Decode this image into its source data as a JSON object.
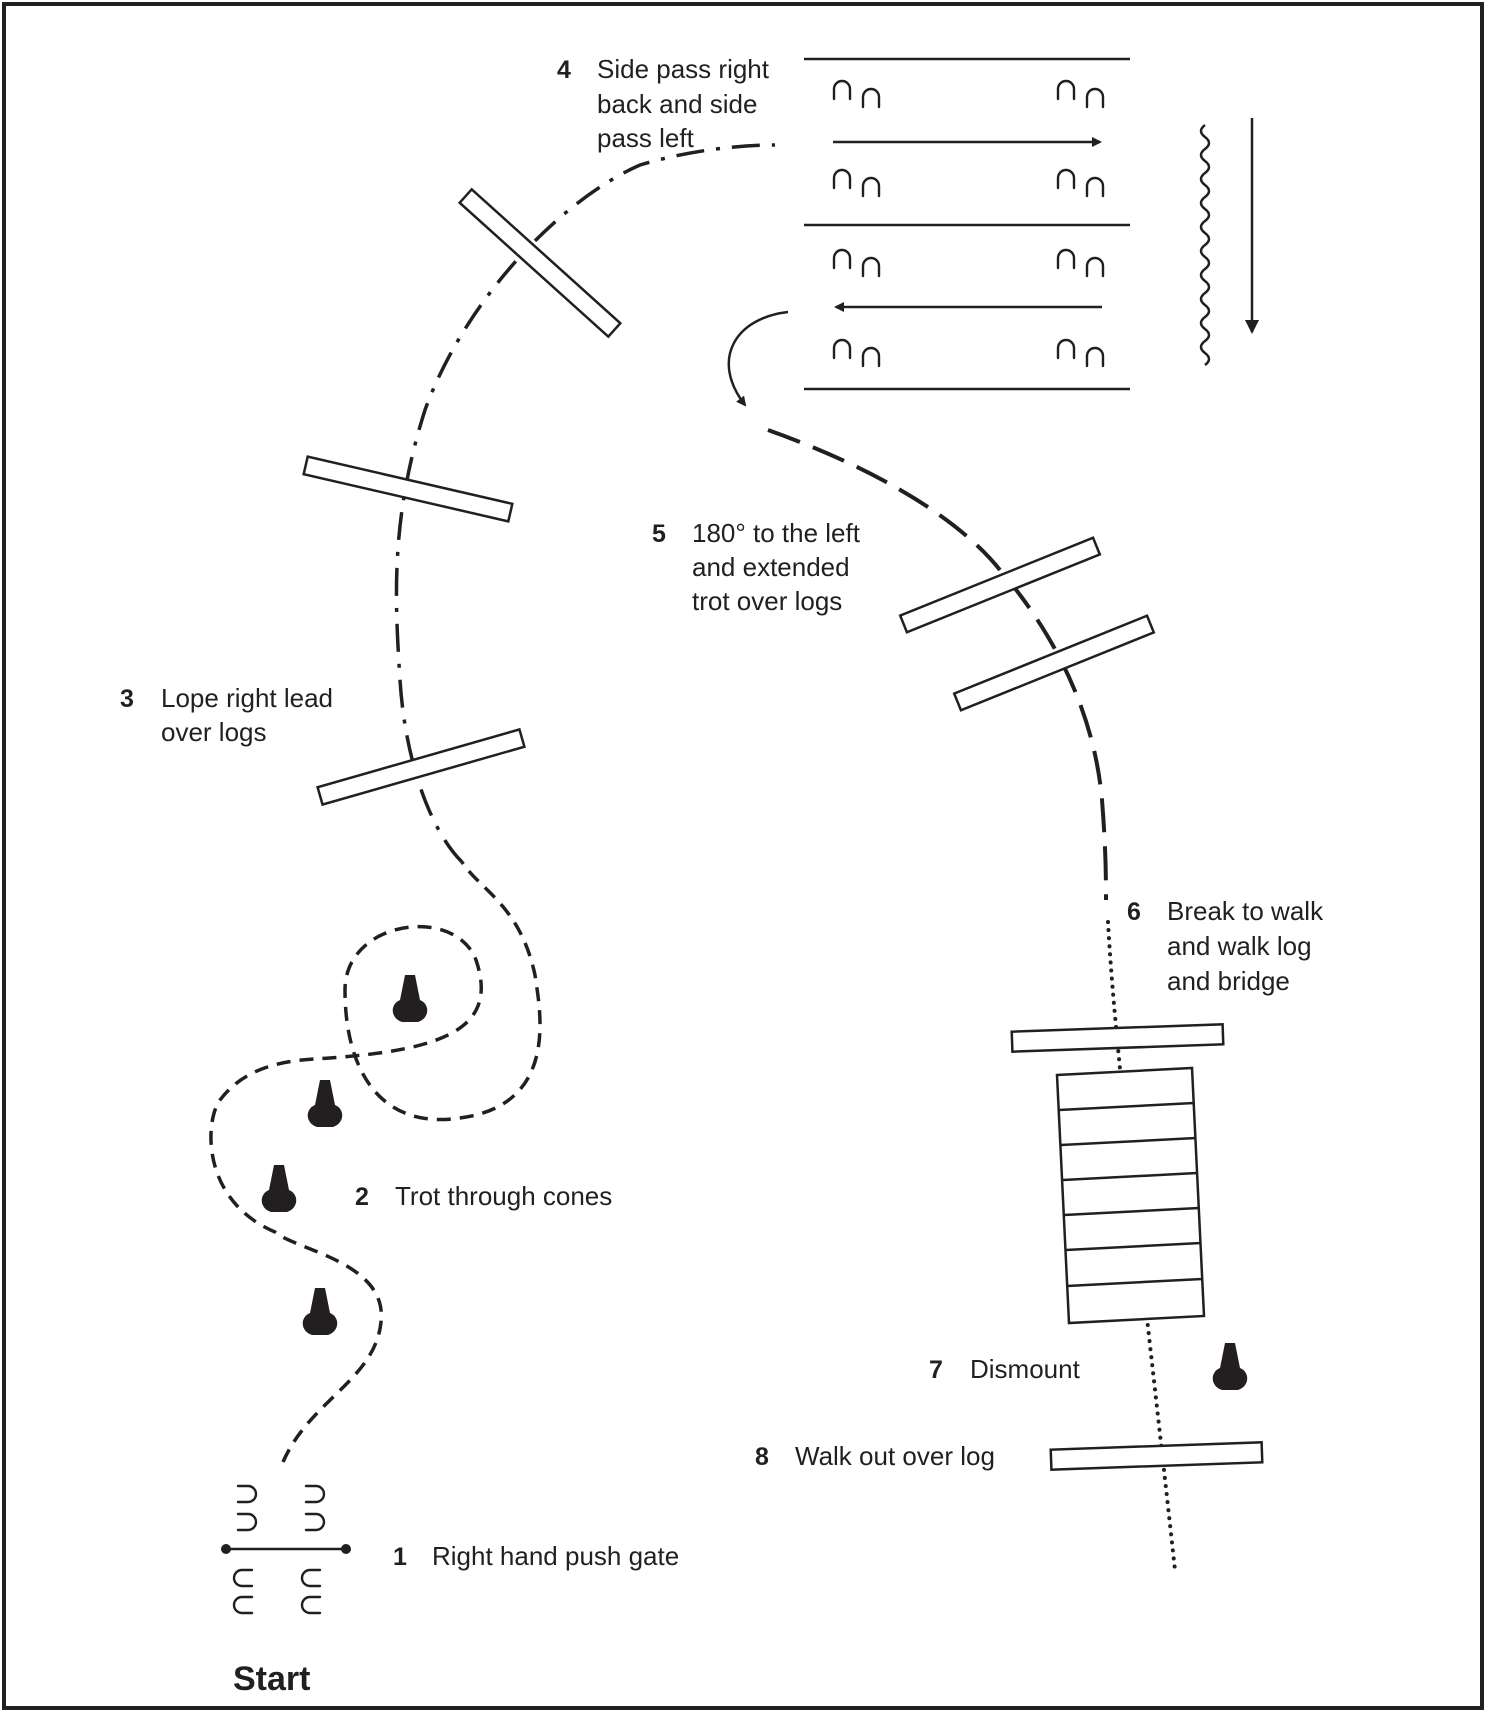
{
  "steps": [
    {
      "number": "1",
      "lines": [
        "Right hand push gate"
      ]
    },
    {
      "number": "2",
      "lines": [
        "Trot through cones"
      ]
    },
    {
      "number": "3",
      "lines": [
        "Lope right lead",
        "over logs"
      ]
    },
    {
      "number": "4",
      "lines": [
        "Side pass right",
        "back and side",
        "pass left"
      ]
    },
    {
      "number": "5",
      "lines": [
        "180° to the left",
        "and extended",
        "trot over logs"
      ]
    },
    {
      "number": "6",
      "lines": [
        "Break to walk",
        "and walk log",
        "and bridge"
      ]
    },
    {
      "number": "7",
      "lines": [
        "Dismount"
      ]
    },
    {
      "number": "8",
      "lines": [
        "Walk out over log"
      ]
    }
  ],
  "start_label": "Start",
  "icons": {
    "cone": "traffic-cone-icon",
    "hoofprint": "horseshoe-print-icon",
    "arrow": "arrow-icon",
    "squiggle": "wavy-line-icon"
  },
  "colors": {
    "ink": "#231f20",
    "background": "#ffffff"
  }
}
